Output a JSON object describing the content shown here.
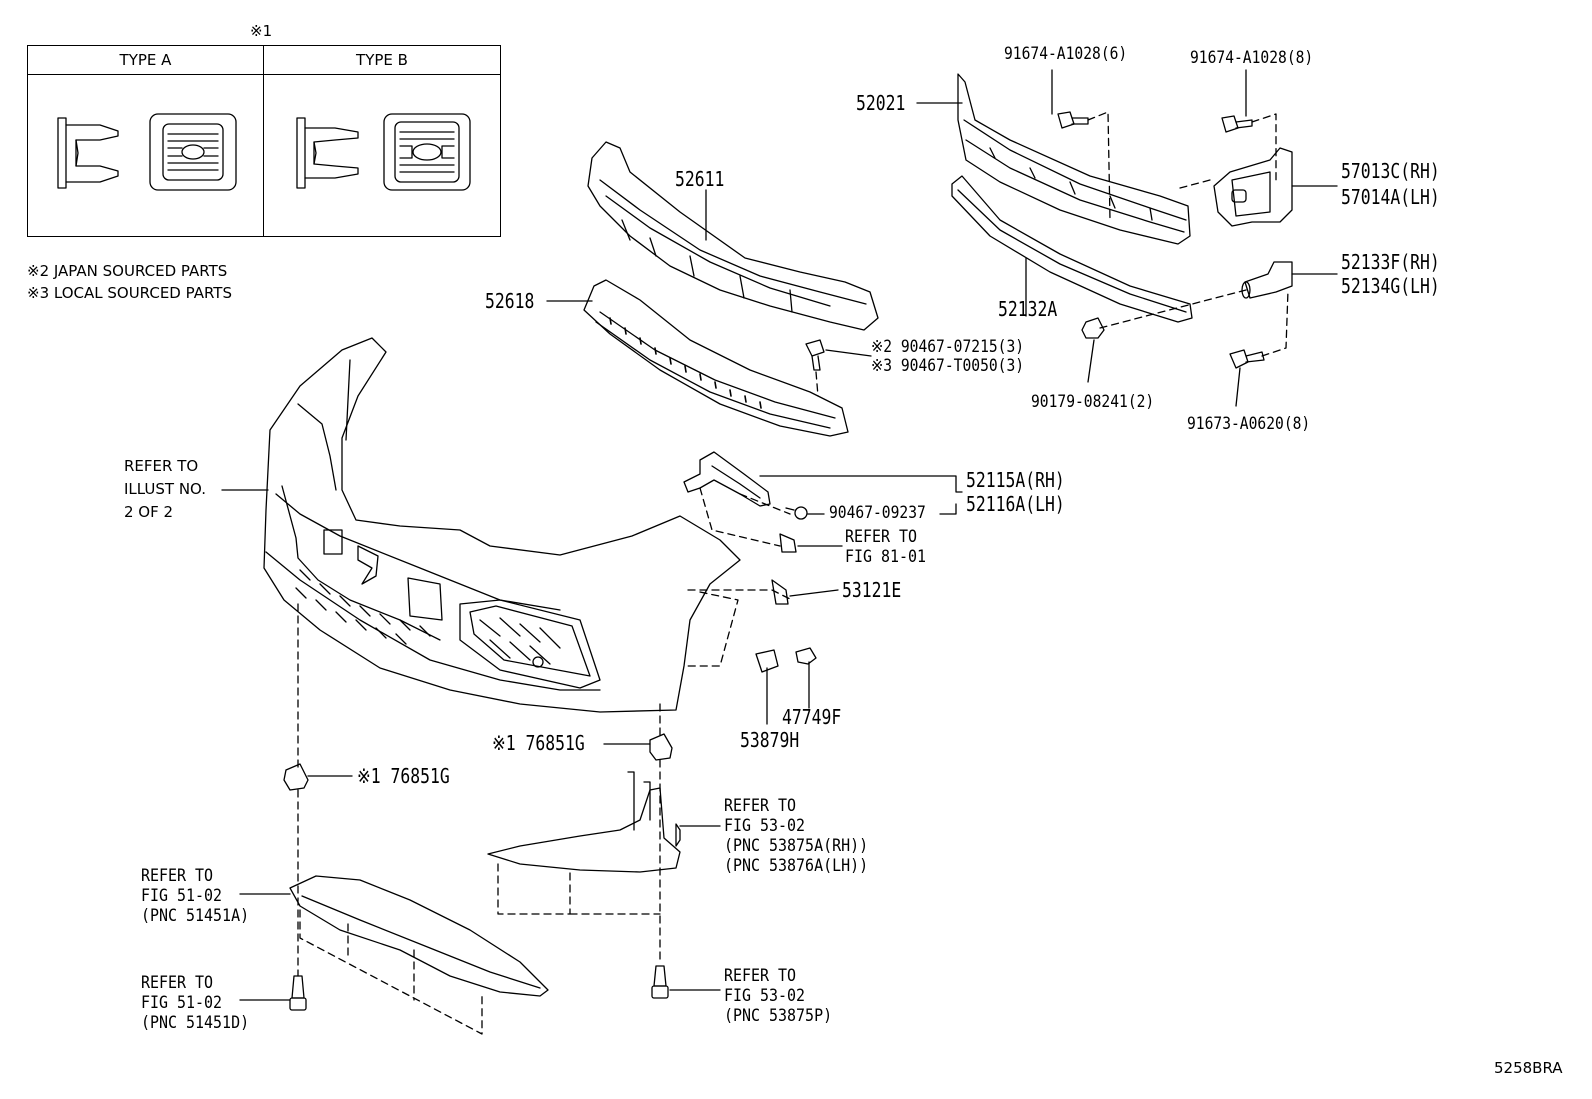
{
  "legend": {
    "title_mark": "※1",
    "type_a_label": "TYPE A",
    "type_b_label": "TYPE B",
    "note2": "※2 JAPAN SOURCED PARTS",
    "note3": "※3 LOCAL SOURCED PARTS"
  },
  "parts": {
    "p52021": "52021",
    "p91674_6": "91674-A1028(6)",
    "p91674_8": "91674-A1028(8)",
    "p57013c": "57013C(RH)",
    "p57014a": "57014A(LH)",
    "p52611": "52611",
    "p52618": "52618",
    "p52132a": "52132A",
    "p52133f": "52133F(RH)",
    "p52134g": "52134G(LH)",
    "p90467_07215": "※2 90467-07215(3)",
    "p90467_t0050": "※3 90467-T0050(3)",
    "p90179": "90179-08241(2)",
    "p91673": "91673-A0620(8)",
    "p52115a": "52115A(RH)",
    "p52116a": "52116A(LH)",
    "p90467_09237": "90467-09237",
    "p53121e": "53121E",
    "p47749f": "47749F",
    "p53879h": "53879H",
    "p76851g_a": "※1 76851G",
    "p76851g_b": "※1 76851G"
  },
  "refs": {
    "illust": [
      "REFER TO",
      "ILLUST NO.",
      "2 OF 2"
    ],
    "fig8101": [
      "REFER TO",
      "FIG 81-01"
    ],
    "fig5302_a": [
      "REFER TO",
      "FIG 53-02",
      "(PNC 53875A(RH))",
      "(PNC 53876A(LH))"
    ],
    "fig5102_a": [
      "REFER TO",
      "FIG 51-02",
      "(PNC 51451A)"
    ],
    "fig5102_d": [
      "REFER TO",
      "FIG 51-02",
      "(PNC 51451D)"
    ],
    "fig5302_p": [
      "REFER TO",
      "FIG 53-02",
      "(PNC 53875P)"
    ]
  },
  "footer": {
    "code": "5258BRA"
  }
}
